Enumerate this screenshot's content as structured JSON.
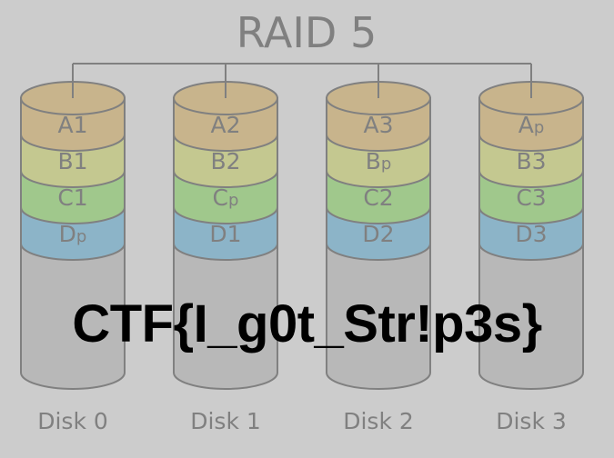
{
  "title": "RAID 5",
  "overlay_text": "CTF{I_g0t_Str!p3s}",
  "colors": {
    "background": "#cccccc",
    "stroke": "#808080",
    "label": "#808080",
    "body": "#b8b8b8",
    "A": "#c8b48c",
    "B": "#c4c890",
    "C": "#a0c88c",
    "D": "#8cb4c8"
  },
  "disks": [
    {
      "label": "Disk 0",
      "blocks": [
        {
          "row": "A",
          "text": "A",
          "sub": "1"
        },
        {
          "row": "B",
          "text": "B",
          "sub": "1"
        },
        {
          "row": "C",
          "text": "C",
          "sub": "1"
        },
        {
          "row": "D",
          "text": "D",
          "sub": "p"
        }
      ]
    },
    {
      "label": "Disk 1",
      "blocks": [
        {
          "row": "A",
          "text": "A",
          "sub": "2"
        },
        {
          "row": "B",
          "text": "B",
          "sub": "2"
        },
        {
          "row": "C",
          "text": "C",
          "sub": "p"
        },
        {
          "row": "D",
          "text": "D",
          "sub": "1"
        }
      ]
    },
    {
      "label": "Disk 2",
      "blocks": [
        {
          "row": "A",
          "text": "A",
          "sub": "3"
        },
        {
          "row": "B",
          "text": "B",
          "sub": "p"
        },
        {
          "row": "C",
          "text": "C",
          "sub": "2"
        },
        {
          "row": "D",
          "text": "D",
          "sub": "2"
        }
      ]
    },
    {
      "label": "Disk 3",
      "blocks": [
        {
          "row": "A",
          "text": "A",
          "sub": "p"
        },
        {
          "row": "B",
          "text": "B",
          "sub": "3"
        },
        {
          "row": "C",
          "text": "C",
          "sub": "3"
        },
        {
          "row": "D",
          "text": "D",
          "sub": "3"
        }
      ]
    }
  ]
}
